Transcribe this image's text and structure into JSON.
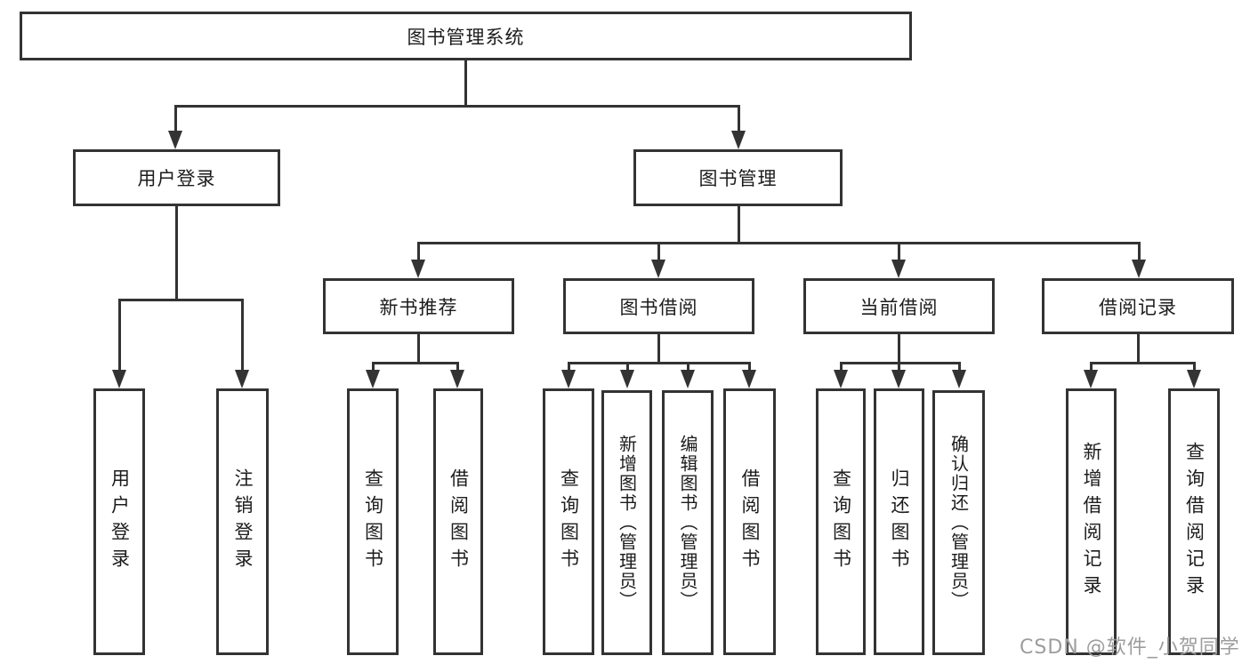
{
  "diagram_title": "图书管理系统",
  "watermark": {
    "text": "CSDN @软件_小贺同学"
  },
  "colors": {
    "line": "#333333",
    "text": "#1c1c1c",
    "background": "#ffffff",
    "watermark": "#9d9d9d"
  },
  "nodes": {
    "root": {
      "label": "图书管理系统"
    },
    "userLogin": {
      "label": "用户登录"
    },
    "bookMgmt": {
      "label": "图书管理"
    },
    "newBookRec": {
      "label": "新书推荐"
    },
    "bookBorrow": {
      "label": "图书借阅"
    },
    "currentBorrow": {
      "label": "当前借阅"
    },
    "borrowRecords": {
      "label": "借阅记录"
    },
    "leafUserLogin": {
      "label": "用户登录"
    },
    "leafLogout": {
      "label": "注销登录"
    },
    "recQueryBooks": {
      "label": "查询图书"
    },
    "recBorrowBooks": {
      "label": "借阅图书"
    },
    "borQueryBooks": {
      "label": "查询图书"
    },
    "borAddBooks": {
      "label": "新增图书（管理员）"
    },
    "borEditBooks": {
      "label": "编辑图书（管理员）"
    },
    "borBorrowBooks": {
      "label": "借阅图书"
    },
    "curQueryBooks": {
      "label": "查询图书"
    },
    "curReturnBooks": {
      "label": "归还图书"
    },
    "curConfirmReturn": {
      "label": "确认归还（管理员）"
    },
    "recdAddRecord": {
      "label": "新增借阅记录"
    },
    "recdQueryRecord": {
      "label": "查询借阅记录"
    }
  },
  "hierarchy": {
    "图书管理系统": {
      "用户登录": [
        "用户登录",
        "注销登录"
      ],
      "图书管理": {
        "新书推荐": [
          "查询图书",
          "借阅图书"
        ],
        "图书借阅": [
          "查询图书",
          "新增图书（管理员）",
          "编辑图书（管理员）",
          "借阅图书"
        ],
        "当前借阅": [
          "查询图书",
          "归还图书",
          "确认归还（管理员）"
        ],
        "借阅记录": [
          "新增借阅记录",
          "查询借阅记录"
        ]
      }
    }
  }
}
